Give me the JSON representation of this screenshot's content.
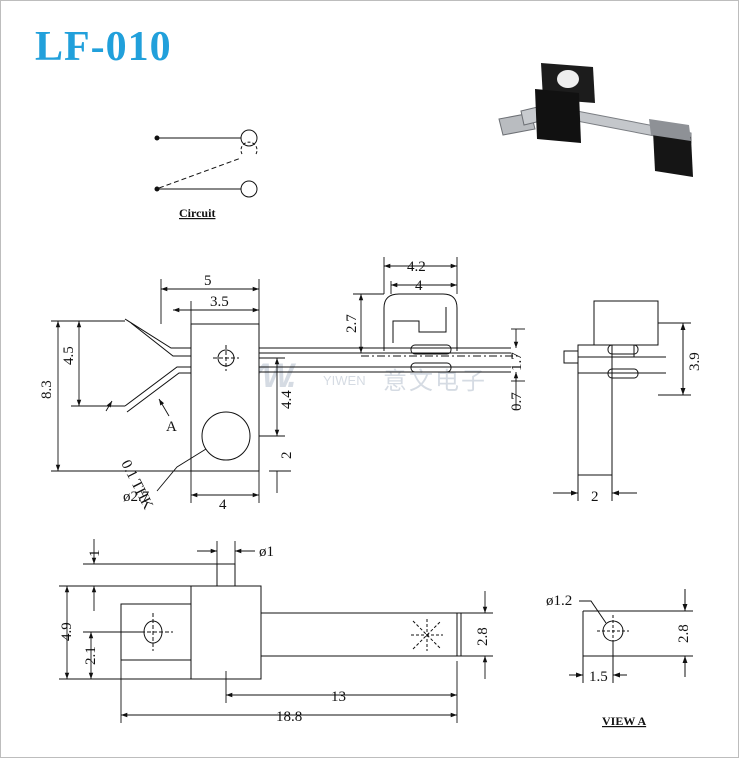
{
  "title": "LF-010",
  "circuit_label": "Circuit",
  "view_label": "VIEW  A",
  "arrow_label": "A",
  "thk_label": "0.1 THK",
  "watermark": {
    "brand": "YIWEN",
    "chinese": "意文电子"
  },
  "top_view": {
    "width_outer": "5",
    "width_inner": "3.5",
    "height_total": "8.3",
    "height_upper": "4.5",
    "hole_offset": "4.4",
    "bottom_offset": "2",
    "base_width": "4",
    "hole_dia": "ø2.7",
    "magnet_width_outer": "4.2",
    "magnet_width_inner": "4",
    "magnet_height": "2.7",
    "gap_upper": "1.7",
    "gap_lower": "0.7"
  },
  "side_view": {
    "height": "3.9",
    "width": "2"
  },
  "bottom_view": {
    "top_offset": "1",
    "pin_dia": "ø1",
    "height_total": "4.9",
    "height_lower": "2.1",
    "strip_height": "2.8",
    "length_mid": "13",
    "length_total": "18.8"
  },
  "view_a": {
    "hole_dia": "ø1.2",
    "height": "2.8",
    "offset": "1.5"
  }
}
